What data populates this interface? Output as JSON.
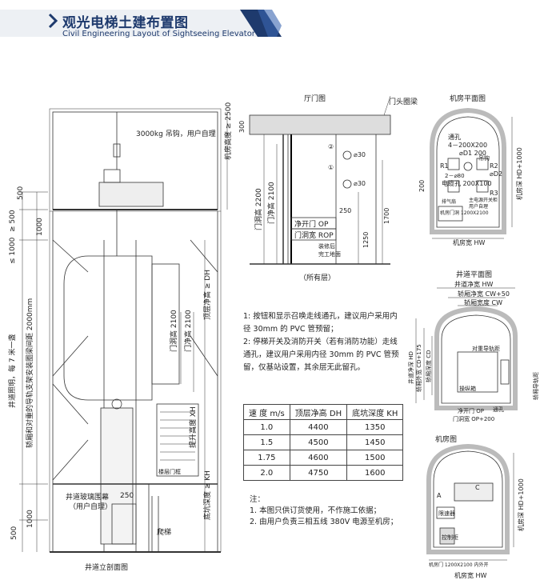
{
  "header": {
    "title_cn": "观光电梯土建布置图",
    "title_en": "Civil Engineering Layout of Sightseeing Elevator"
  },
  "section": {
    "caption": "井道立剖面图",
    "hook_label": "3000kg 吊钩，用户自理",
    "machine_room_height": "机房高度 ≥ 2500",
    "dim_500_top": "500",
    "dim_1000_top": "1000",
    "dim_500_left": "≥ 500",
    "dim_1000_left": "≤ 1000",
    "dim_1000_bottom": "1000",
    "dim_500_bottom": "500",
    "shaft_bracket_note": "井道照明，每 7 米一盏",
    "rail_bracket_note": "轿厢和对重的导轨支架安装圈梁间距 2000mm",
    "door_open_height": "门洞高 2100",
    "clear_height": "门净高 2100",
    "top_clearance": "顶层净高 ≥ DH",
    "travel_height": "提升高度 XH",
    "pit_depth": "底坑深度 ≥ KH",
    "glass_curtain": "井道玻璃围幕",
    "glass_curtain_sub": "（用户自理）",
    "buffer_250": "250",
    "floor_door_label": "楼层门框",
    "ladder": "爬梯"
  },
  "hall_door": {
    "title": "厅门图",
    "beam_label": "门头圈梁",
    "dim_300": "300",
    "hole_1": "① ⌀30",
    "hole_2": "② ⌀30",
    "marker_1": "①",
    "marker_2": "②",
    "phi": "⌀30",
    "open_height": "门洞高 2200",
    "clear_height": "门净高 2100",
    "dim_250": "250",
    "dim_1250": "1250",
    "dim_1700": "1700",
    "clear_width": "净开门 OP",
    "hole_width": "门洞宽 ROP",
    "finish_floor": "装修后",
    "finish_floor_2": "完工地面",
    "all_floors": "（所有层）"
  },
  "machine_room_plan": {
    "title": "机房平面图",
    "vent": "通孔",
    "vent_size": "4－200X200",
    "hole_label": "⌀D1 200",
    "hole_small": "2－⌀80",
    "cable_hole": "电缆孔 200X100",
    "r1": "R1",
    "r2": "R2",
    "r3": "R3",
    "d2": "⌀D2",
    "hook": "吊钩",
    "vent_fan": "排气扇",
    "main_power": "主电源开关柜",
    "lighting_switch": "用户自理",
    "door_size": "机房门洞 1200X2100",
    "dim_200": "200",
    "depth": "机房深 HD+1000",
    "width": "机房宽 HW"
  },
  "shaft_plan": {
    "title": "井道平面图",
    "shaft_width": "井道净宽 HW",
    "car_width": "轿厢净宽 CW+50",
    "car_clear": "轿厢宽度 CW",
    "shaft_depth": "井道净深 HD",
    "car_depth": "轿厢外宽 CD+175",
    "car_inner": "轿厢深度 CD",
    "cw_rail": "对重导轨距",
    "car_rail": "轿厢导轨距",
    "control": "操纵箱",
    "door_clear": "净开门 OP",
    "door_hole": "门洞宽 OP+200",
    "vent_hole": "通孔"
  },
  "machine_room_elev": {
    "title": "机房图",
    "label_c": "C",
    "label_a": "A",
    "limiter": "限速器",
    "controller": "控制柜",
    "door": "机房门 1200X2100 内外开",
    "depth": "机房深 HD+1000",
    "width": "机房宽 HW"
  },
  "notes": [
    "1: 按钮和显示召唤走线通孔，建议用户采用内径 30mm 的 PVC 管预留；",
    "2: 停梯开关及消防开关（若有消防功能）走线通孔，建议用户采用内径 30mm 的 PVC 管预留，仅基站设置，其余层无此留孔。"
  ],
  "table": {
    "headers": [
      "速 度 m/s",
      "顶层净高 DH",
      "底坑深度 KH"
    ],
    "rows": [
      [
        "1.0",
        "4400",
        "1350"
      ],
      [
        "1.5",
        "4500",
        "1450"
      ],
      [
        "1.75",
        "4600",
        "1500"
      ],
      [
        "2.0",
        "4750",
        "1600"
      ]
    ]
  },
  "remarks": {
    "title": "注：",
    "items": [
      "1. 本图只供订货使用，不作施工依据；",
      "2. 由用户负责三相五线 380V 电源至机房；"
    ]
  },
  "colors": {
    "brand": "#1e3a6d",
    "accent": "#3a66b0"
  }
}
